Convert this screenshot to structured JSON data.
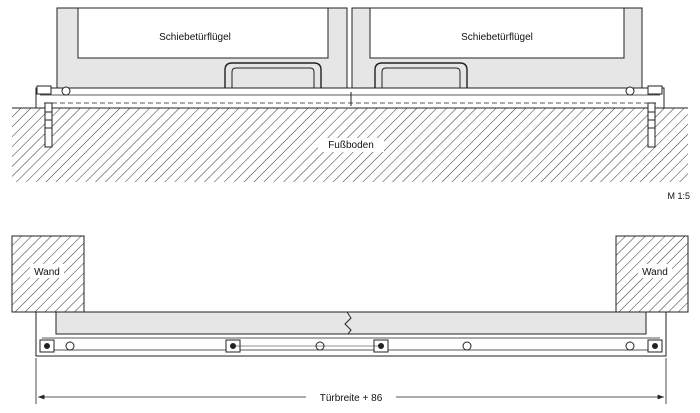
{
  "elevation_view": {
    "door_leaf_left_label": "Schiebetürflügel",
    "door_leaf_right_label": "Schiebetürflügel",
    "floor_label": "Fußboden",
    "scale_label": "M 1:5"
  },
  "plan_view": {
    "wall_left_label": "Wand",
    "wall_right_label": "Wand",
    "dimension_label": "Türbreite + 86"
  },
  "colors": {
    "line": "#222222",
    "panel_fill": "#e6e6e6",
    "hatch": "#333333",
    "background": "#ffffff"
  }
}
